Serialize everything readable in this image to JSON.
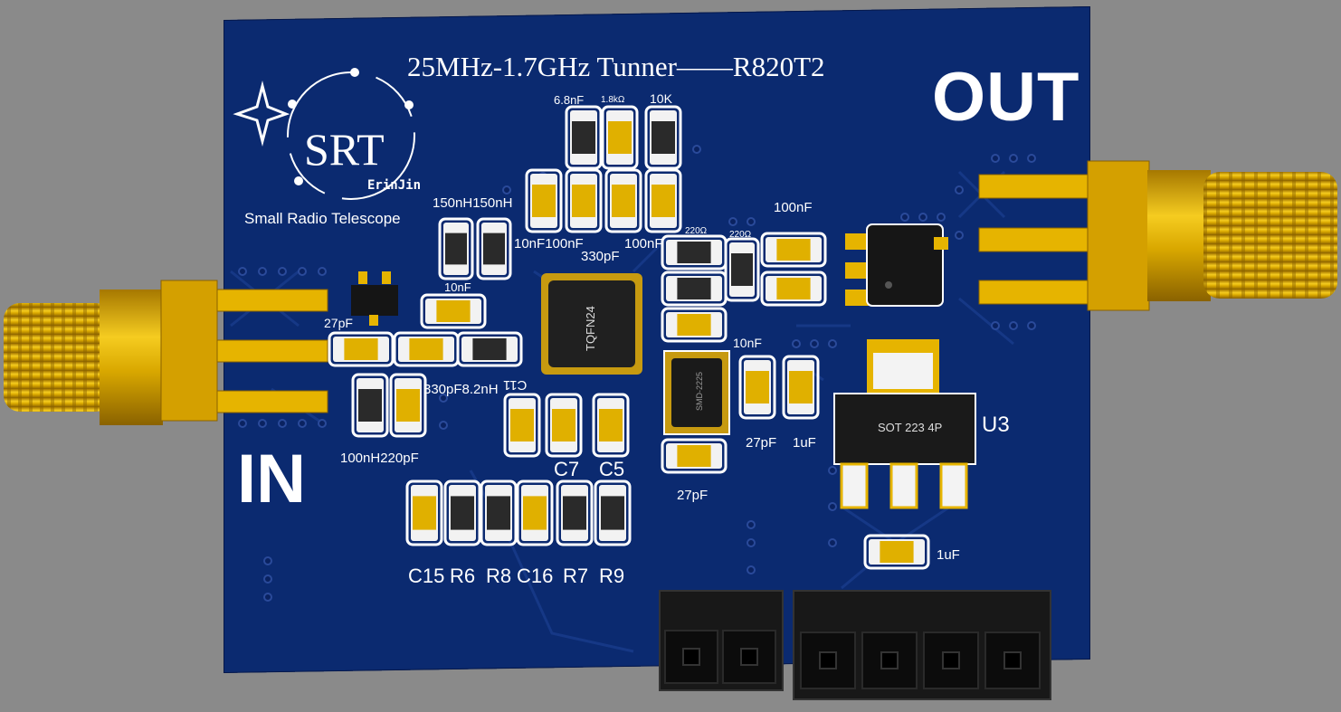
{
  "board": {
    "title": "25MHz-1.7GHz Tunner——R820T2",
    "out_label": "OUT",
    "in_label": "IN",
    "logo": {
      "main": "SRT",
      "author": "ErinJin",
      "tagline": "Small Radio Telescope"
    },
    "chips": {
      "qfn": "TQFN24",
      "sot223": "SOT 223 4P",
      "u3_label": "U3",
      "inductor": "SMD-2225"
    },
    "silkscreen_labels": [
      "6.8nF",
      "1.8kΩ",
      "10K",
      "150nH150nH",
      "10nF100nF",
      "100nF",
      "330pF",
      "220Ω",
      "220Ω",
      "100nF",
      "10nF",
      "27pF",
      "330pF8.2nH",
      "C11",
      "100nH220pF",
      "C7",
      "C5",
      "10nF",
      "27pF",
      "1uF",
      "27pF",
      "1uF",
      "C15",
      "R6",
      "R8",
      "C16",
      "R7",
      "R9"
    ],
    "header_pins": {
      "left_block": 2,
      "right_block": 4
    }
  },
  "colors": {
    "pcb": "#0b2a70",
    "silkscreen": "#ffffff",
    "gold": "#e0b000",
    "component_body": "#2a2a2a",
    "background": "#8a8a8a"
  }
}
